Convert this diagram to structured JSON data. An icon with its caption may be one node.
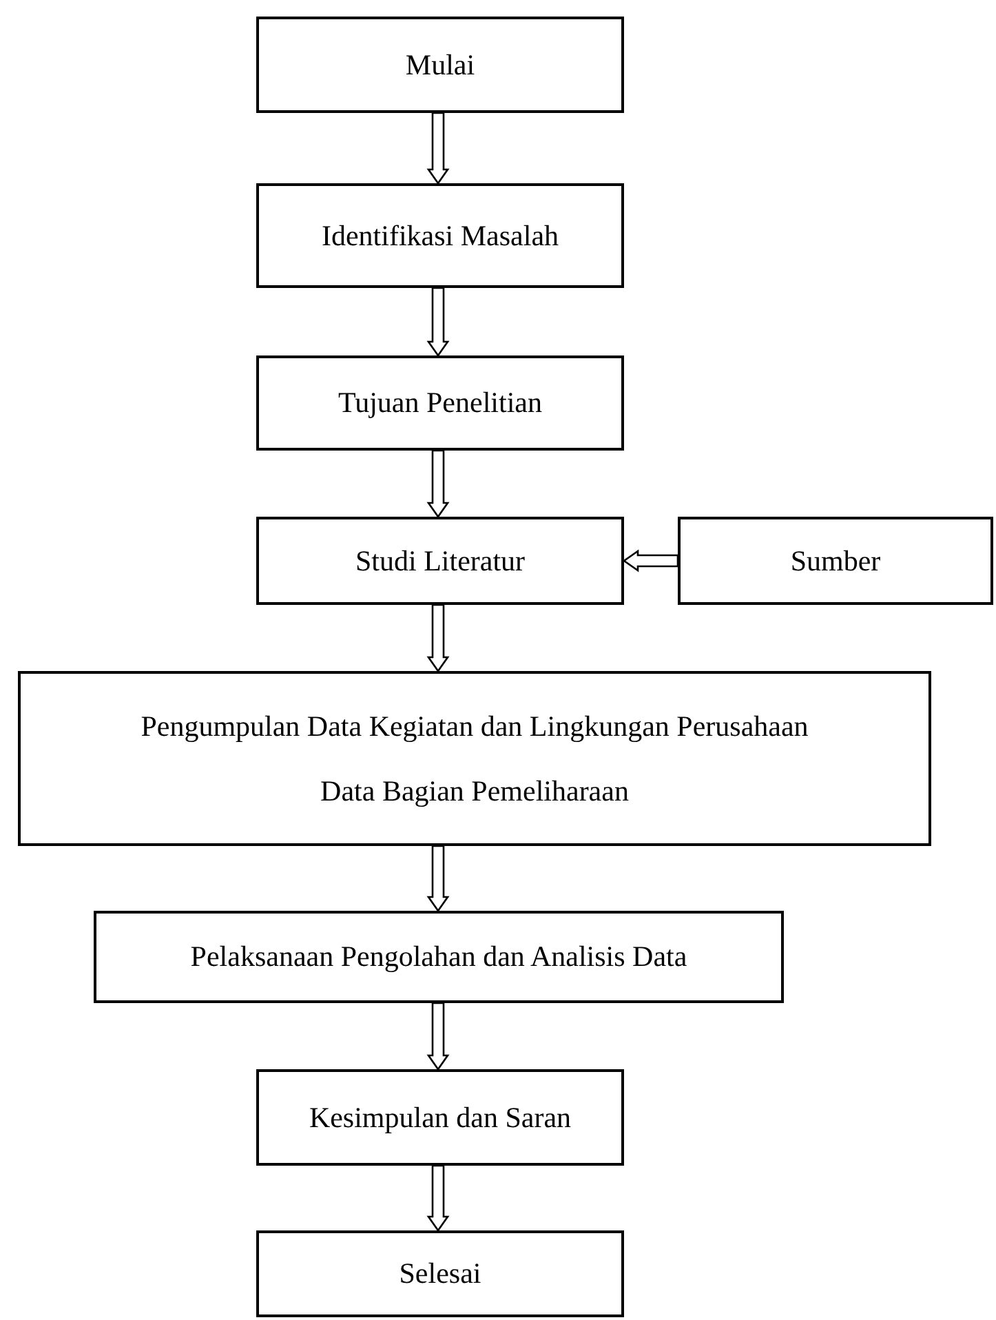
{
  "diagram": {
    "nodes": [
      {
        "text": [
          "Mulai"
        ]
      },
      {
        "text": [
          "Identifikasi Masalah"
        ]
      },
      {
        "text": [
          "Tujuan Penelitian"
        ]
      },
      {
        "text": [
          "Studi Literatur"
        ]
      },
      {
        "text": [
          "Sumber"
        ]
      },
      {
        "text": [
          "Pengumpulan Data Kegiatan dan Lingkungan Perusahaan",
          "Data Bagian Pemeliharaan"
        ]
      },
      {
        "text": [
          "Pelaksanaan Pengolahan dan Analisis Data"
        ]
      },
      {
        "text": [
          "Kesimpulan dan Saran"
        ]
      },
      {
        "text": [
          "Selesai"
        ]
      }
    ],
    "edges": [
      {
        "from": 0,
        "to": 1,
        "arrow": "to"
      },
      {
        "from": 1,
        "to": 2,
        "arrow": "to"
      },
      {
        "from": 2,
        "to": 3,
        "arrow": "to"
      },
      {
        "from": 4,
        "to": 3,
        "arrow": "to"
      },
      {
        "from": 3,
        "to": 5,
        "arrow": "to"
      },
      {
        "from": 5,
        "to": 6,
        "arrow": "to"
      },
      {
        "from": 6,
        "to": 7,
        "arrow": "to"
      },
      {
        "from": 7,
        "to": 8,
        "arrow": "to"
      }
    ]
  }
}
